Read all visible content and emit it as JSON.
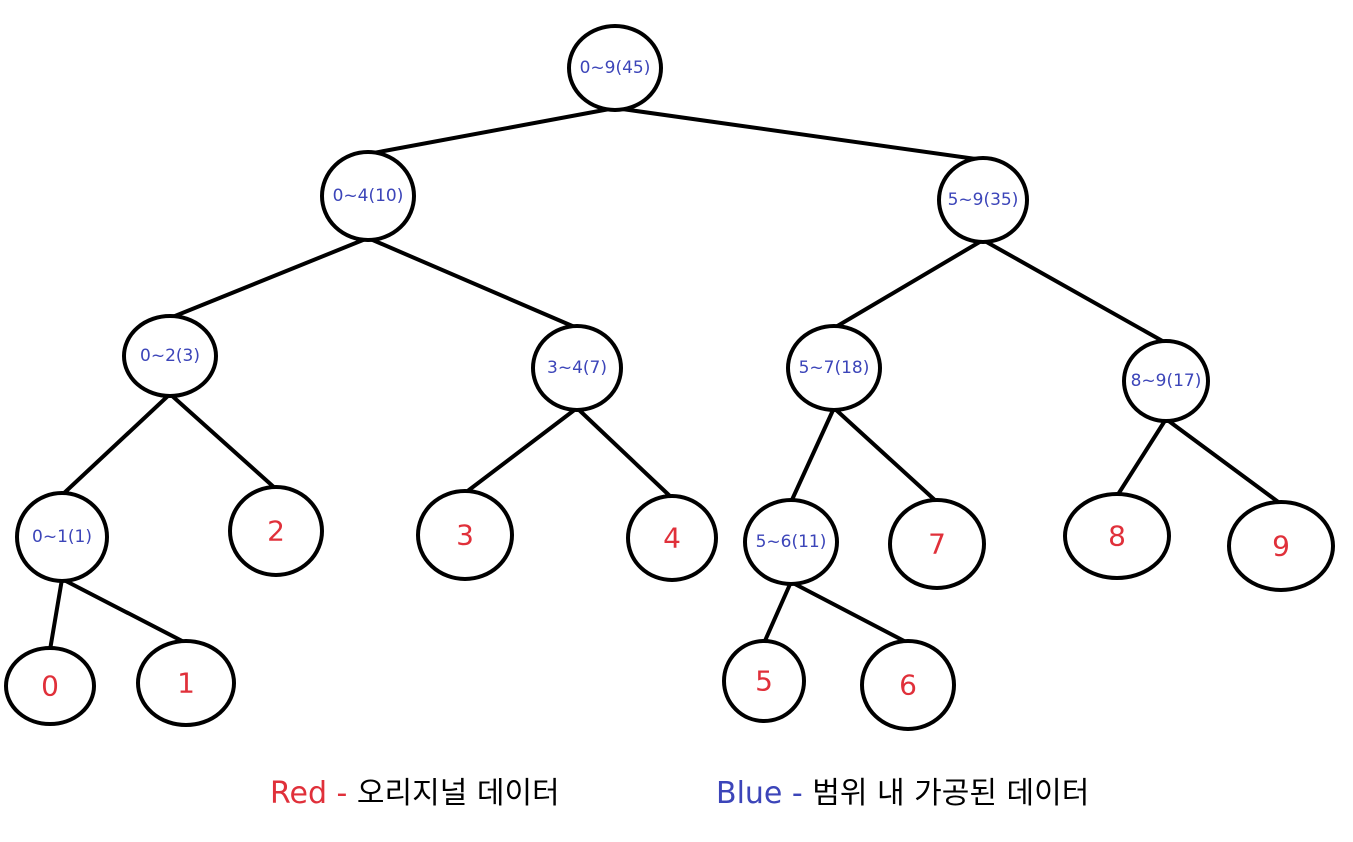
{
  "colors": {
    "original": "#e0303a",
    "processed": "#3c45b9",
    "line": "#000000"
  },
  "nodes": [
    {
      "id": "n0-9",
      "label": "0~9(45)",
      "kind": "internal"
    },
    {
      "id": "n0-4",
      "label": "0~4(10)",
      "kind": "internal"
    },
    {
      "id": "n5-9",
      "label": "5~9(35)",
      "kind": "internal"
    },
    {
      "id": "n0-2",
      "label": "0~2(3)",
      "kind": "internal"
    },
    {
      "id": "n3-4",
      "label": "3~4(7)",
      "kind": "internal"
    },
    {
      "id": "n5-7",
      "label": "5~7(18)",
      "kind": "internal"
    },
    {
      "id": "n8-9",
      "label": "8~9(17)",
      "kind": "internal"
    },
    {
      "id": "n0-1",
      "label": "0~1(1)",
      "kind": "internal"
    },
    {
      "id": "leaf2",
      "label": "2",
      "kind": "leaf"
    },
    {
      "id": "leaf3",
      "label": "3",
      "kind": "leaf"
    },
    {
      "id": "leaf4",
      "label": "4",
      "kind": "leaf"
    },
    {
      "id": "n5-6",
      "label": "5~6(11)",
      "kind": "internal"
    },
    {
      "id": "leaf7",
      "label": "7",
      "kind": "leaf"
    },
    {
      "id": "leaf8",
      "label": "8",
      "kind": "leaf"
    },
    {
      "id": "leaf9",
      "label": "9",
      "kind": "leaf"
    },
    {
      "id": "leaf0",
      "label": "0",
      "kind": "leaf"
    },
    {
      "id": "leaf1",
      "label": "1",
      "kind": "leaf"
    },
    {
      "id": "leaf5",
      "label": "5",
      "kind": "leaf"
    },
    {
      "id": "leaf6",
      "label": "6",
      "kind": "leaf"
    }
  ],
  "edges": [
    {
      "from": "n0-9",
      "to": "n0-4"
    },
    {
      "from": "n0-9",
      "to": "n5-9"
    },
    {
      "from": "n0-4",
      "to": "n0-2"
    },
    {
      "from": "n0-4",
      "to": "n3-4"
    },
    {
      "from": "n5-9",
      "to": "n5-7"
    },
    {
      "from": "n5-9",
      "to": "n8-9"
    },
    {
      "from": "n0-2",
      "to": "n0-1"
    },
    {
      "from": "n0-2",
      "to": "leaf2"
    },
    {
      "from": "n3-4",
      "to": "leaf3"
    },
    {
      "from": "n3-4",
      "to": "leaf4"
    },
    {
      "from": "n5-7",
      "to": "n5-6"
    },
    {
      "from": "n5-7",
      "to": "leaf7"
    },
    {
      "from": "n8-9",
      "to": "leaf8"
    },
    {
      "from": "n8-9",
      "to": "leaf9"
    },
    {
      "from": "n0-1",
      "to": "leaf0"
    },
    {
      "from": "n0-1",
      "to": "leaf1"
    },
    {
      "from": "n5-6",
      "to": "leaf5"
    },
    {
      "from": "n5-6",
      "to": "leaf6"
    }
  ],
  "legend": {
    "red_key": "Red",
    "red_sep": " - ",
    "red_desc": "오리지널 데이터",
    "blue_key": "Blue",
    "blue_sep": " - ",
    "blue_desc": "범위 내 가공된 데이터"
  }
}
